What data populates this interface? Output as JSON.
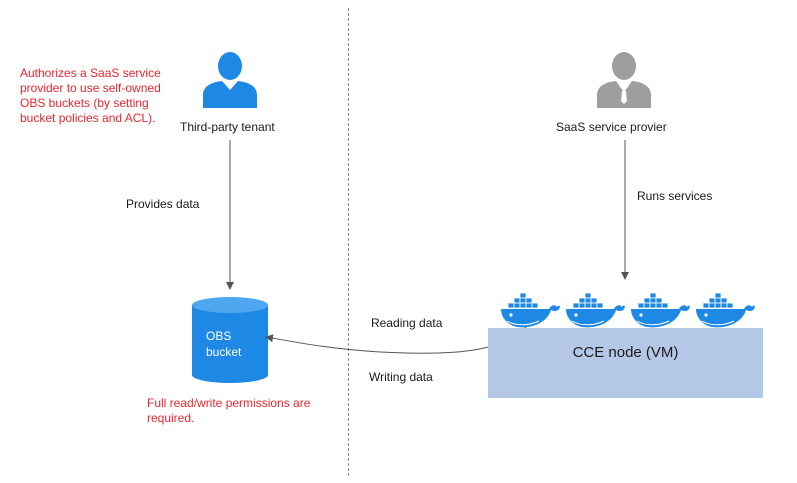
{
  "tenant": {
    "note": "Authorizes a SaaS service provider to use self-owned OBS buckets (by setting bucket policies and ACL).",
    "label": "Third-party tenant",
    "icon": "person-icon"
  },
  "provider": {
    "label": "SaaS service provier",
    "icon": "person-icon"
  },
  "bucket": {
    "label_line1": "OBS",
    "label_line2": "bucket",
    "note": "Full read/write permissions are required.",
    "icon": "database-cylinder-icon"
  },
  "edges": {
    "provides": "Provides data",
    "runs": "Runs services",
    "reading": "Reading data",
    "writing": "Writing data"
  },
  "cce": {
    "label": "CCE node (VM)",
    "container_icon": "docker-whale-icon",
    "container_count": 4
  },
  "colors": {
    "accent_blue": "#1e88e5",
    "gray_person": "#9e9e9e",
    "note_red": "#e8262f",
    "cce_fill": "#b4c7e7"
  }
}
